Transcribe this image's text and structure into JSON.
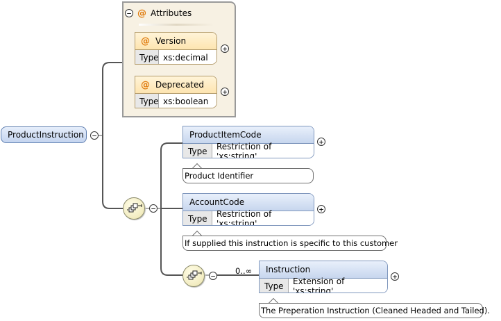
{
  "root": {
    "name": "ProductInstruction",
    "toggle": "−"
  },
  "attributes_group": {
    "title": "Attributes",
    "toggle": "−",
    "icon": "at-sign-icon",
    "items": [
      {
        "name": "Version",
        "type_label": "Type",
        "type_value": "xs:decimal",
        "expand": "+"
      },
      {
        "name": "Deprecated",
        "type_label": "Type",
        "type_value": "xs:boolean",
        "expand": "+"
      }
    ]
  },
  "sequence": {
    "icon": "sequence-compositor-icon",
    "toggle": "−",
    "elements": [
      {
        "name": "ProductItemCode",
        "type_label": "Type",
        "type_value": "Restriction of 'xs:string'",
        "expand": "+",
        "documentation": "Product Identifier"
      },
      {
        "name": "AccountCode",
        "type_label": "Type",
        "type_value": "Restriction of 'xs:string'",
        "expand": "+",
        "documentation": "If supplied this instruction is specific to this customer"
      }
    ],
    "nested": {
      "toggle": "−",
      "occurrence": "0..∞",
      "element": {
        "name": "Instruction",
        "type_label": "Type",
        "type_value": "Extension of 'xs:string'",
        "expand": "+",
        "documentation": "The Preperation Instruction (Cleaned Headed and Tailed)."
      }
    }
  },
  "colors": {
    "element_header": "#c7d6ee",
    "attribute_header": "#fde4b0",
    "attribute_group_bg": "#f7f1e3",
    "at_symbol": "#e07d10"
  }
}
